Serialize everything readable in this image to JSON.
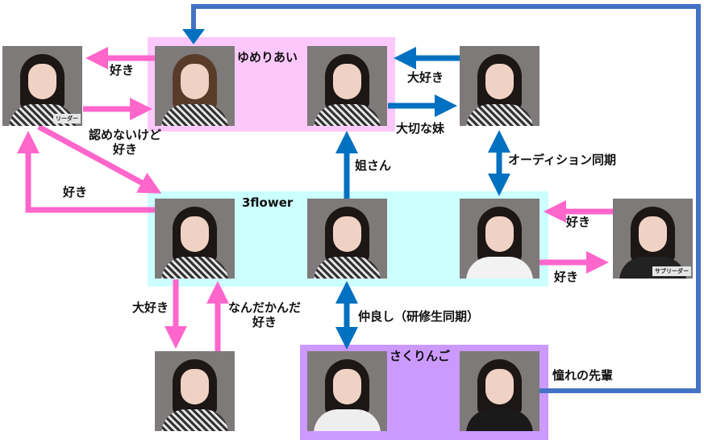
{
  "colors": {
    "love": "#ff66cc",
    "bond": "#0070c0",
    "senpai_line": "#4472c4",
    "yumeriai_bg": "#fcc8fc",
    "threeflower_bg": "#ccffff",
    "sakuringo_bg": "#cc99ff"
  },
  "groups": {
    "yumeriai": "ゆめりあい",
    "threeflower": "3flower",
    "sakuringo": "さくりんご"
  },
  "badges": {
    "leader": "リーダー",
    "subleader": "サブリーダー"
  },
  "relations": {
    "leader_from_yumeri": "好き",
    "leader_to_yumeri": "認めないけど",
    "leader_to_yumeri_2": "好き",
    "threeflower_to_leader": "好き",
    "daisuki_top": "大好き",
    "important_sister": "大切な妹",
    "anesan": "姐さん",
    "audition": "オーディション同期",
    "sub_to_member": "好き",
    "member_to_sub": "好き",
    "daisuki_bottom": "大好き",
    "nandakanda": "なんだかんだ",
    "nandakanda_2": "好き",
    "nakayoshi": "仲良し（研修生同期）",
    "akogare": "憧れの先輩"
  }
}
